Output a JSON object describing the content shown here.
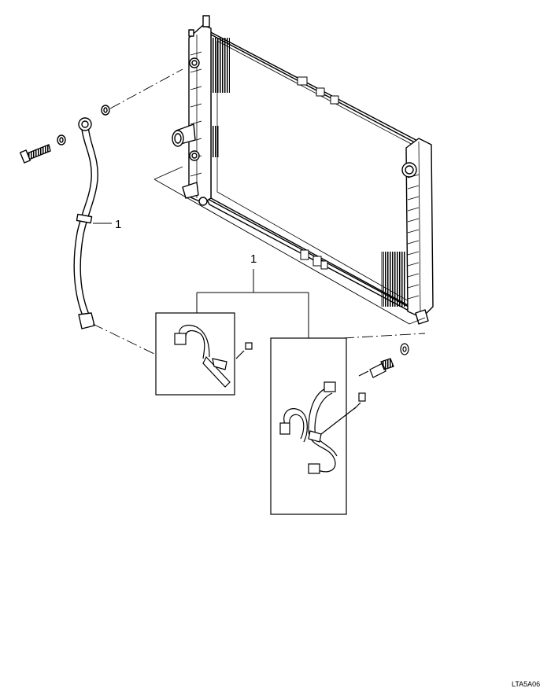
{
  "diagram": {
    "callouts": [
      {
        "id": "hose-left",
        "text": "1"
      },
      {
        "id": "hose-variants",
        "text": "1"
      }
    ],
    "figure_id": "LTA5A06"
  },
  "colors": {
    "line": "#000000",
    "background": "#ffffff",
    "hatch": "#000000"
  }
}
